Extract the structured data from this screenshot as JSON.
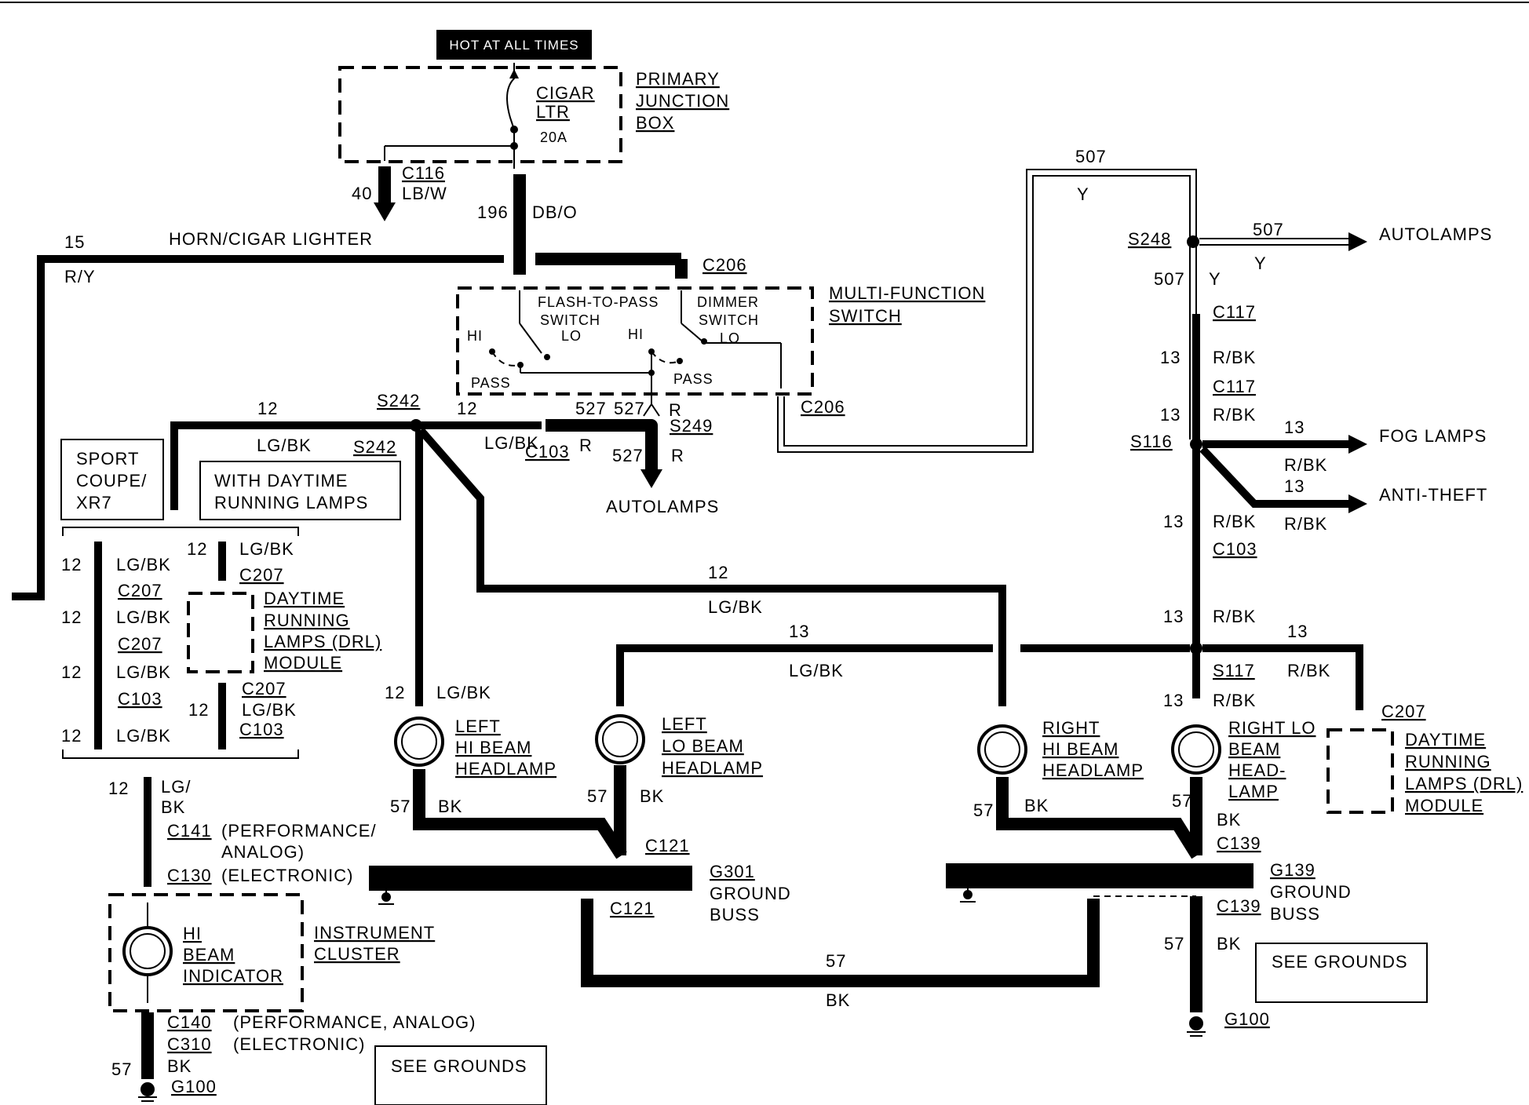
{
  "header": {
    "hot_label": "HOT AT ALL TIMES"
  },
  "junction_box": {
    "fuse_name": [
      "CIGAR",
      "LTR"
    ],
    "fuse_rating": "20A",
    "title": [
      "PRIMARY",
      "JUNCTION",
      "BOX"
    ]
  },
  "wires": {
    "w40": "40",
    "c116": "C116",
    "lbw": "LB/W",
    "w196": "196",
    "dbo": "DB/O",
    "horn_label": "HORN/CIGAR LIGHTER",
    "w15": "15",
    "ry": "R/Y",
    "c206_top": "C206",
    "c206_bot": "C206",
    "w507_top": "507",
    "y_top": "Y",
    "s248": "S248",
    "w507_right": "507",
    "y_right": "Y",
    "autolamps_right": "AUTOLAMPS",
    "w507_mid": "507",
    "y_mid": "Y",
    "c117_a": "C117",
    "c117_b": "C117",
    "w13_a": "13",
    "rbk_a": "R/BK",
    "w13_b": "13",
    "rbk_b": "R/BK",
    "s116": "S116",
    "fog_num": "13",
    "fog_color": "R/BK",
    "fog_label": "FOG LAMPS",
    "anti_num": "13",
    "anti_color": "R/BK",
    "anti_label": "ANTI-THEFT",
    "w13_c": "13",
    "rbk_c": "R/BK",
    "c103_r": "C103",
    "w13_d": "13",
    "rbk_d": "R/BK",
    "w13_e": "13",
    "rbk_e": "R/BK",
    "s117": "S117",
    "w13_f": "13",
    "rbk_f": "R/BK",
    "w13_g": "13",
    "c207_r": "C207",
    "w12_s242": "12",
    "s242_a": "S242",
    "w12_b": "12",
    "w527_a": "527",
    "w527_b": "527",
    "r_a": "R",
    "s249": "S249",
    "lgbk_a": "LG/BK",
    "s242_b": "S242",
    "lgbk_b": "LG/BK",
    "c103_m": "C103",
    "r_b": "R",
    "w527_c": "527",
    "r_c": "R",
    "autolamps_mid": "AUTOLAMPS",
    "w12_long": "12",
    "lgbk_long": "LG/BK",
    "w13_long": "13",
    "lgbk_13": "LG/BK",
    "w12_lhi": "12",
    "lgbk_lhi": "LG/BK"
  },
  "switch": {
    "title": [
      "MULTI-FUNCTION",
      "SWITCH"
    ],
    "flash": [
      "FLASH-TO-PASS",
      "SWITCH"
    ],
    "dimmer": [
      "DIMMER",
      "SWITCH"
    ],
    "hi1": "HI",
    "lo1": "LO",
    "pass1": "PASS",
    "hi2": "HI",
    "lo2": "LO",
    "pass2": "PASS"
  },
  "left_panel": {
    "sport": [
      "SPORT",
      "COUPE/",
      "XR7"
    ],
    "drl_note": [
      "WITH DAYTIME",
      "RUNNING LAMPS"
    ],
    "rows": [
      {
        "num": "12",
        "color": "LG/BK"
      },
      {
        "num": "12",
        "color": "LG/BK"
      },
      {
        "num": "12",
        "color": "LG/BK"
      },
      {
        "num": "12",
        "color": "LG/BK"
      }
    ],
    "c207_a": "C207",
    "c207_b": "C207",
    "c103_a": "C103",
    "drl_top_num": "12",
    "drl_top_color": "LG/BK",
    "drl_c207": "C207",
    "drl_module": [
      "DAYTIME",
      "RUNNING",
      "LAMPS (DRL)",
      "MODULE"
    ],
    "drl_bot_num": "12",
    "drl_c207b": "C207",
    "drl_bot_color": "LG/BK",
    "drl_c103": "C103"
  },
  "cluster": {
    "w12": "12",
    "lg": "LG/",
    "bk": "BK",
    "c141": "C141",
    "c141_note": "(PERFORMANCE/",
    "analog": "ANALOG)",
    "c130": "C130",
    "c130_note": "(ELECTRONIC)",
    "indicator": [
      "HI",
      "BEAM",
      "INDICATOR"
    ],
    "title": [
      "INSTRUMENT",
      "CLUSTER"
    ],
    "c140": "C140",
    "c140_note": "(PERFORMANCE, ANALOG)",
    "c310": "C310",
    "c310_note": "(ELECTRONIC)",
    "w57": "57",
    "bk2": "BK",
    "g100": "G100",
    "see_grounds": "SEE GROUNDS"
  },
  "lamps": {
    "left_hi": [
      "LEFT",
      "HI BEAM",
      "HEADLAMP"
    ],
    "left_lo": [
      "LEFT",
      "LO BEAM",
      "HEADLAMP"
    ],
    "right_hi": [
      "RIGHT",
      "HI BEAM",
      "HEADLAMP"
    ],
    "right_lo": [
      "RIGHT LO",
      "BEAM",
      "HEAD-",
      "LAMP"
    ]
  },
  "drl_right": [
    "DAYTIME",
    "RUNNING",
    "LAMPS (DRL)",
    "MODULE"
  ],
  "grounds": {
    "w57_a": "57",
    "bk_a": "BK",
    "w57_b": "57",
    "bk_b": "BK",
    "c121_a": "C121",
    "g301": [
      "G301",
      "GROUND",
      "BUSS"
    ],
    "c121_b": "C121",
    "w57_c": "57",
    "bk_c": "BK",
    "w57_d": "57",
    "bk_d": "BK",
    "c139_a": "C139",
    "g139": [
      "G139",
      "GROUND",
      "BUSS"
    ],
    "c139_b": "C139",
    "w57_mid": "57",
    "bk_mid": "BK",
    "w57_e": "57",
    "bk_e": "BK",
    "see_grounds": "SEE GROUNDS",
    "g100": "G100"
  }
}
